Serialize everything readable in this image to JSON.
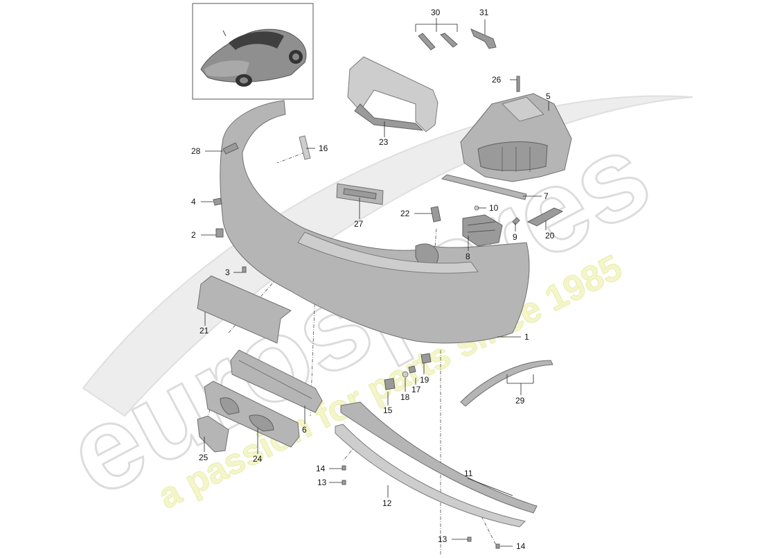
{
  "watermark": {
    "brand": "eurospares",
    "tagline": "a passion for parts since 1985",
    "brand_color": "#e3e3e3",
    "tagline_color": "#eef3b4"
  },
  "diagram": {
    "line_color": "#222222",
    "part_color": "#b5b5b5",
    "callouts": [
      {
        "id": "c1",
        "text": "1"
      },
      {
        "id": "c2",
        "text": "2"
      },
      {
        "id": "c3",
        "text": "3"
      },
      {
        "id": "c4",
        "text": "4"
      },
      {
        "id": "c5",
        "text": "5"
      },
      {
        "id": "c6",
        "text": "6"
      },
      {
        "id": "c7",
        "text": "7"
      },
      {
        "id": "c8",
        "text": "8"
      },
      {
        "id": "c9",
        "text": "9"
      },
      {
        "id": "c10",
        "text": "10"
      },
      {
        "id": "c11",
        "text": "11"
      },
      {
        "id": "c12",
        "text": "12"
      },
      {
        "id": "c13a",
        "text": "13"
      },
      {
        "id": "c13b",
        "text": "13"
      },
      {
        "id": "c14a",
        "text": "14"
      },
      {
        "id": "c14b",
        "text": "14"
      },
      {
        "id": "c15",
        "text": "15"
      },
      {
        "id": "c16",
        "text": "16"
      },
      {
        "id": "c17",
        "text": "17"
      },
      {
        "id": "c18",
        "text": "18"
      },
      {
        "id": "c19",
        "text": "19"
      },
      {
        "id": "c20",
        "text": "20"
      },
      {
        "id": "c21",
        "text": "21"
      },
      {
        "id": "c22",
        "text": "22"
      },
      {
        "id": "c23",
        "text": "23"
      },
      {
        "id": "c24",
        "text": "24"
      },
      {
        "id": "c25",
        "text": "25"
      },
      {
        "id": "c26",
        "text": "26"
      },
      {
        "id": "c27",
        "text": "27"
      },
      {
        "id": "c28",
        "text": "28"
      },
      {
        "id": "c29",
        "text": "29"
      },
      {
        "id": "c30",
        "text": "30"
      },
      {
        "id": "c31",
        "text": "31"
      }
    ]
  }
}
